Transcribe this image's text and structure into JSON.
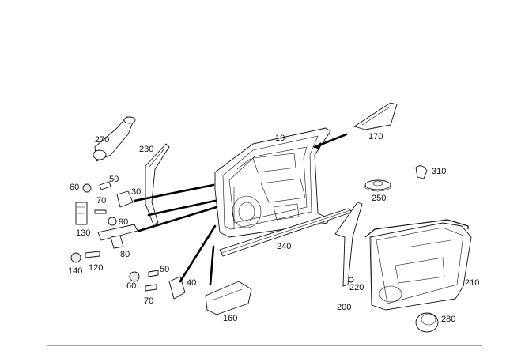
{
  "diagram": {
    "callouts": [
      {
        "id": "c10",
        "text": "10"
      },
      {
        "id": "c170",
        "text": "170"
      },
      {
        "id": "c270",
        "text": "270"
      },
      {
        "id": "c230",
        "text": "230"
      },
      {
        "id": "c310",
        "text": "310"
      },
      {
        "id": "c60a",
        "text": "60"
      },
      {
        "id": "c50a",
        "text": "50"
      },
      {
        "id": "c70a",
        "text": "70"
      },
      {
        "id": "c30",
        "text": "30"
      },
      {
        "id": "c250",
        "text": "250"
      },
      {
        "id": "c130",
        "text": "130"
      },
      {
        "id": "c90",
        "text": "90"
      },
      {
        "id": "c80",
        "text": "80"
      },
      {
        "id": "c240",
        "text": "240"
      },
      {
        "id": "c140",
        "text": "140"
      },
      {
        "id": "c120",
        "text": "120"
      },
      {
        "id": "c50b",
        "text": "50"
      },
      {
        "id": "c60b",
        "text": "60"
      },
      {
        "id": "c40",
        "text": "40"
      },
      {
        "id": "c70b",
        "text": "70"
      },
      {
        "id": "c220",
        "text": "220"
      },
      {
        "id": "c210",
        "text": "210"
      },
      {
        "id": "c200",
        "text": "200"
      },
      {
        "id": "c160",
        "text": "160"
      },
      {
        "id": "c280",
        "text": "280"
      }
    ]
  }
}
